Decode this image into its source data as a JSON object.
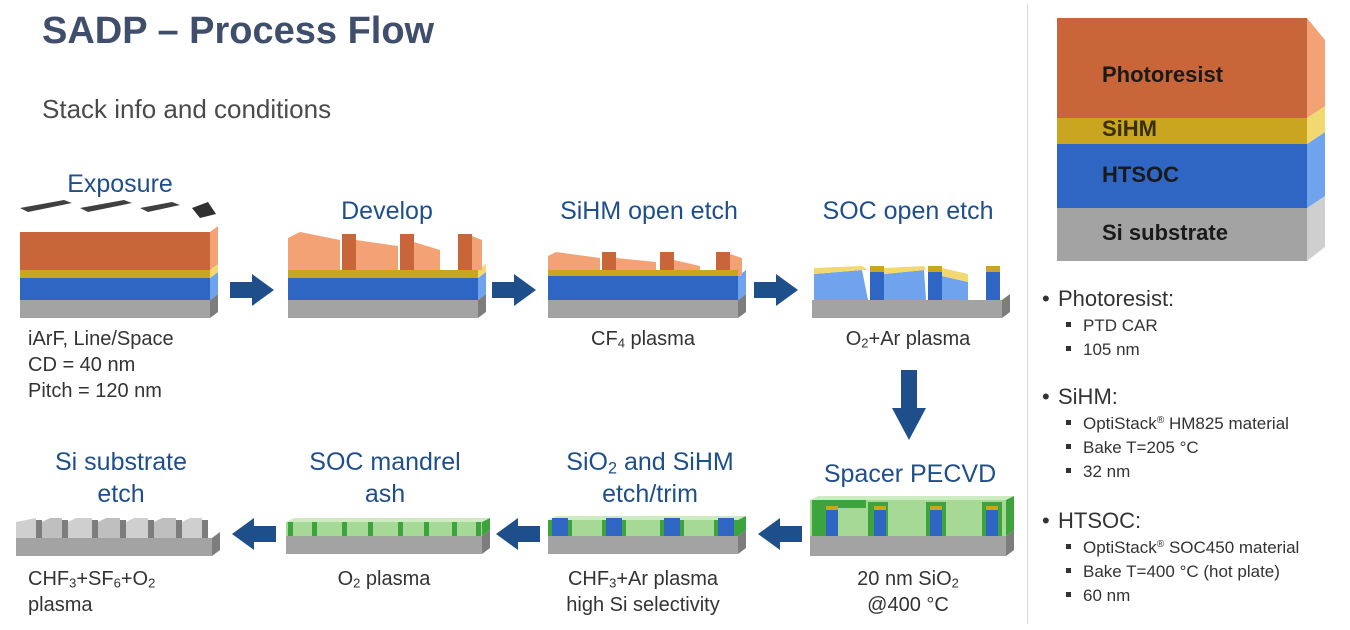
{
  "title": "SADP – Process Flow",
  "subtitle": "Stack info and conditions",
  "steps": [
    {
      "id": "exposure",
      "title_lines": [
        "Exposure"
      ],
      "notes": [
        "iArF, Line/Space",
        "CD = 40 nm",
        "Pitch = 120 nm"
      ]
    },
    {
      "id": "develop",
      "title_lines": [
        "Develop"
      ],
      "notes": []
    },
    {
      "id": "sihm-open-etch",
      "title_lines": [
        "SiHM open etch"
      ],
      "notes": [
        "CF<sub>4</sub> plasma"
      ]
    },
    {
      "id": "soc-open-etch",
      "title_lines": [
        "SOC open etch"
      ],
      "notes": [
        "O<sub>2</sub>+Ar plasma"
      ]
    },
    {
      "id": "spacer-pecvd",
      "title_lines": [
        "Spacer PECVD"
      ],
      "notes": [
        "20 nm SiO<sub>2</sub>",
        "@400 °C"
      ]
    },
    {
      "id": "sio2-sihm-etch-trim",
      "title_lines": [
        "SiO<sub>2</sub> and SiHM",
        "etch/trim"
      ],
      "notes": [
        "CHF<sub>3</sub>+Ar plasma",
        "high Si selectivity"
      ]
    },
    {
      "id": "soc-mandrel-ash",
      "title_lines": [
        "SOC mandrel",
        "ash"
      ],
      "notes": [
        "O<sub>2</sub> plasma"
      ]
    },
    {
      "id": "si-substrate-etch",
      "title_lines": [
        "Si substrate",
        "etch"
      ],
      "notes": [
        "CHF<sub>3</sub>+SF<sub>6</sub>+O<sub>2</sub>",
        "plasma"
      ]
    }
  ],
  "legend": {
    "layers": [
      {
        "name": "Photoresist",
        "color": "#c8663a"
      },
      {
        "name": "SiHM",
        "color": "#c9a520"
      },
      {
        "name": "HTSOC",
        "color": "#2f66c4"
      },
      {
        "name": "Si substrate",
        "color": "#a3a3a3"
      }
    ]
  },
  "specs": [
    {
      "name": "Photoresist:",
      "items": [
        "PTD CAR",
        "105 nm"
      ]
    },
    {
      "name": "SiHM:",
      "items": [
        "OptiStack<sup>®</sup> HM825 material",
        "Bake T=205 °C",
        "32 nm"
      ]
    },
    {
      "name": "HTSOC:",
      "items": [
        "OptiStack<sup>®</sup> SOC450 material",
        "Bake T=400 °C (hot plate)",
        "60 nm"
      ]
    }
  ],
  "colors": {
    "title": "#3f4e6b",
    "step_title": "#1f4f8b",
    "arrow": "#1f4f8b",
    "photoresist": "#c8663a",
    "photoresist_light": "#f2a274",
    "sihm": "#c9a520",
    "sihm_light": "#f2d870",
    "htsoc": "#2f66c4",
    "htsoc_light": "#6fa3ee",
    "substrate": "#a3a3a3",
    "substrate_dark": "#7d7d7d",
    "spacer": "#3da33d",
    "spacer_light": "#a7d996"
  }
}
